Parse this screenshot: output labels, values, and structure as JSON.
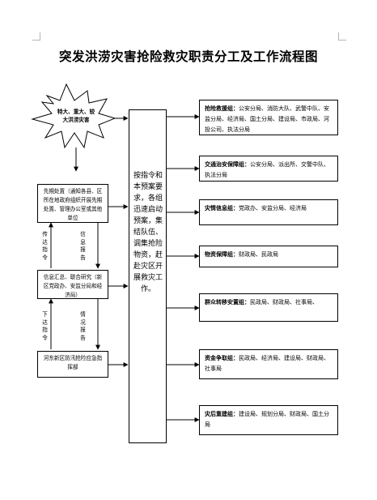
{
  "title": "突发洪涝灾害抢险救灾职责分工及工作流程图",
  "trigger": "特大、重大、较大洪涝灾害",
  "left": {
    "step1": "先期处置（通知各县、区所在地政府组织开展先期处置、管理办公室或其他单位",
    "up1": "传达指令",
    "down1": "信息报告",
    "step2": "信息汇总、联合研究（新区党政办、安监分局和经济局）",
    "up2": "下达指令",
    "down2": "情况报告",
    "step3": "河东新区防汛抢险应急指挥部"
  },
  "center": "按指令和本预案要求，各组迅速启动预案，集结队伍、调集抢险物资，赶赴灾区开展救灾工作。",
  "groups": [
    {
      "name": "抢险救援组：",
      "members": "公安分局、消防大队、武警中队、安监分局、经济局、国土分局、建设局、市政局、河投公司、执法分局"
    },
    {
      "name": "交通治安保障组：",
      "members": "公安分局、派出所、交警中队、执法分局"
    },
    {
      "name": "灾情信息组：",
      "members": "党政办、安监分局、经济局"
    },
    {
      "name": "物资保障组：",
      "members": "财政局、民政局"
    },
    {
      "name": "群众转移安置组：",
      "members": "民政局、财政局、社事局、"
    },
    {
      "name": "资金争取组：",
      "members": "民政局、经济局、建设局、财政局、社事局"
    },
    {
      "name": "灾后重建组：",
      "members": "建设局、规划分局、财政局、国土分局"
    }
  ]
}
